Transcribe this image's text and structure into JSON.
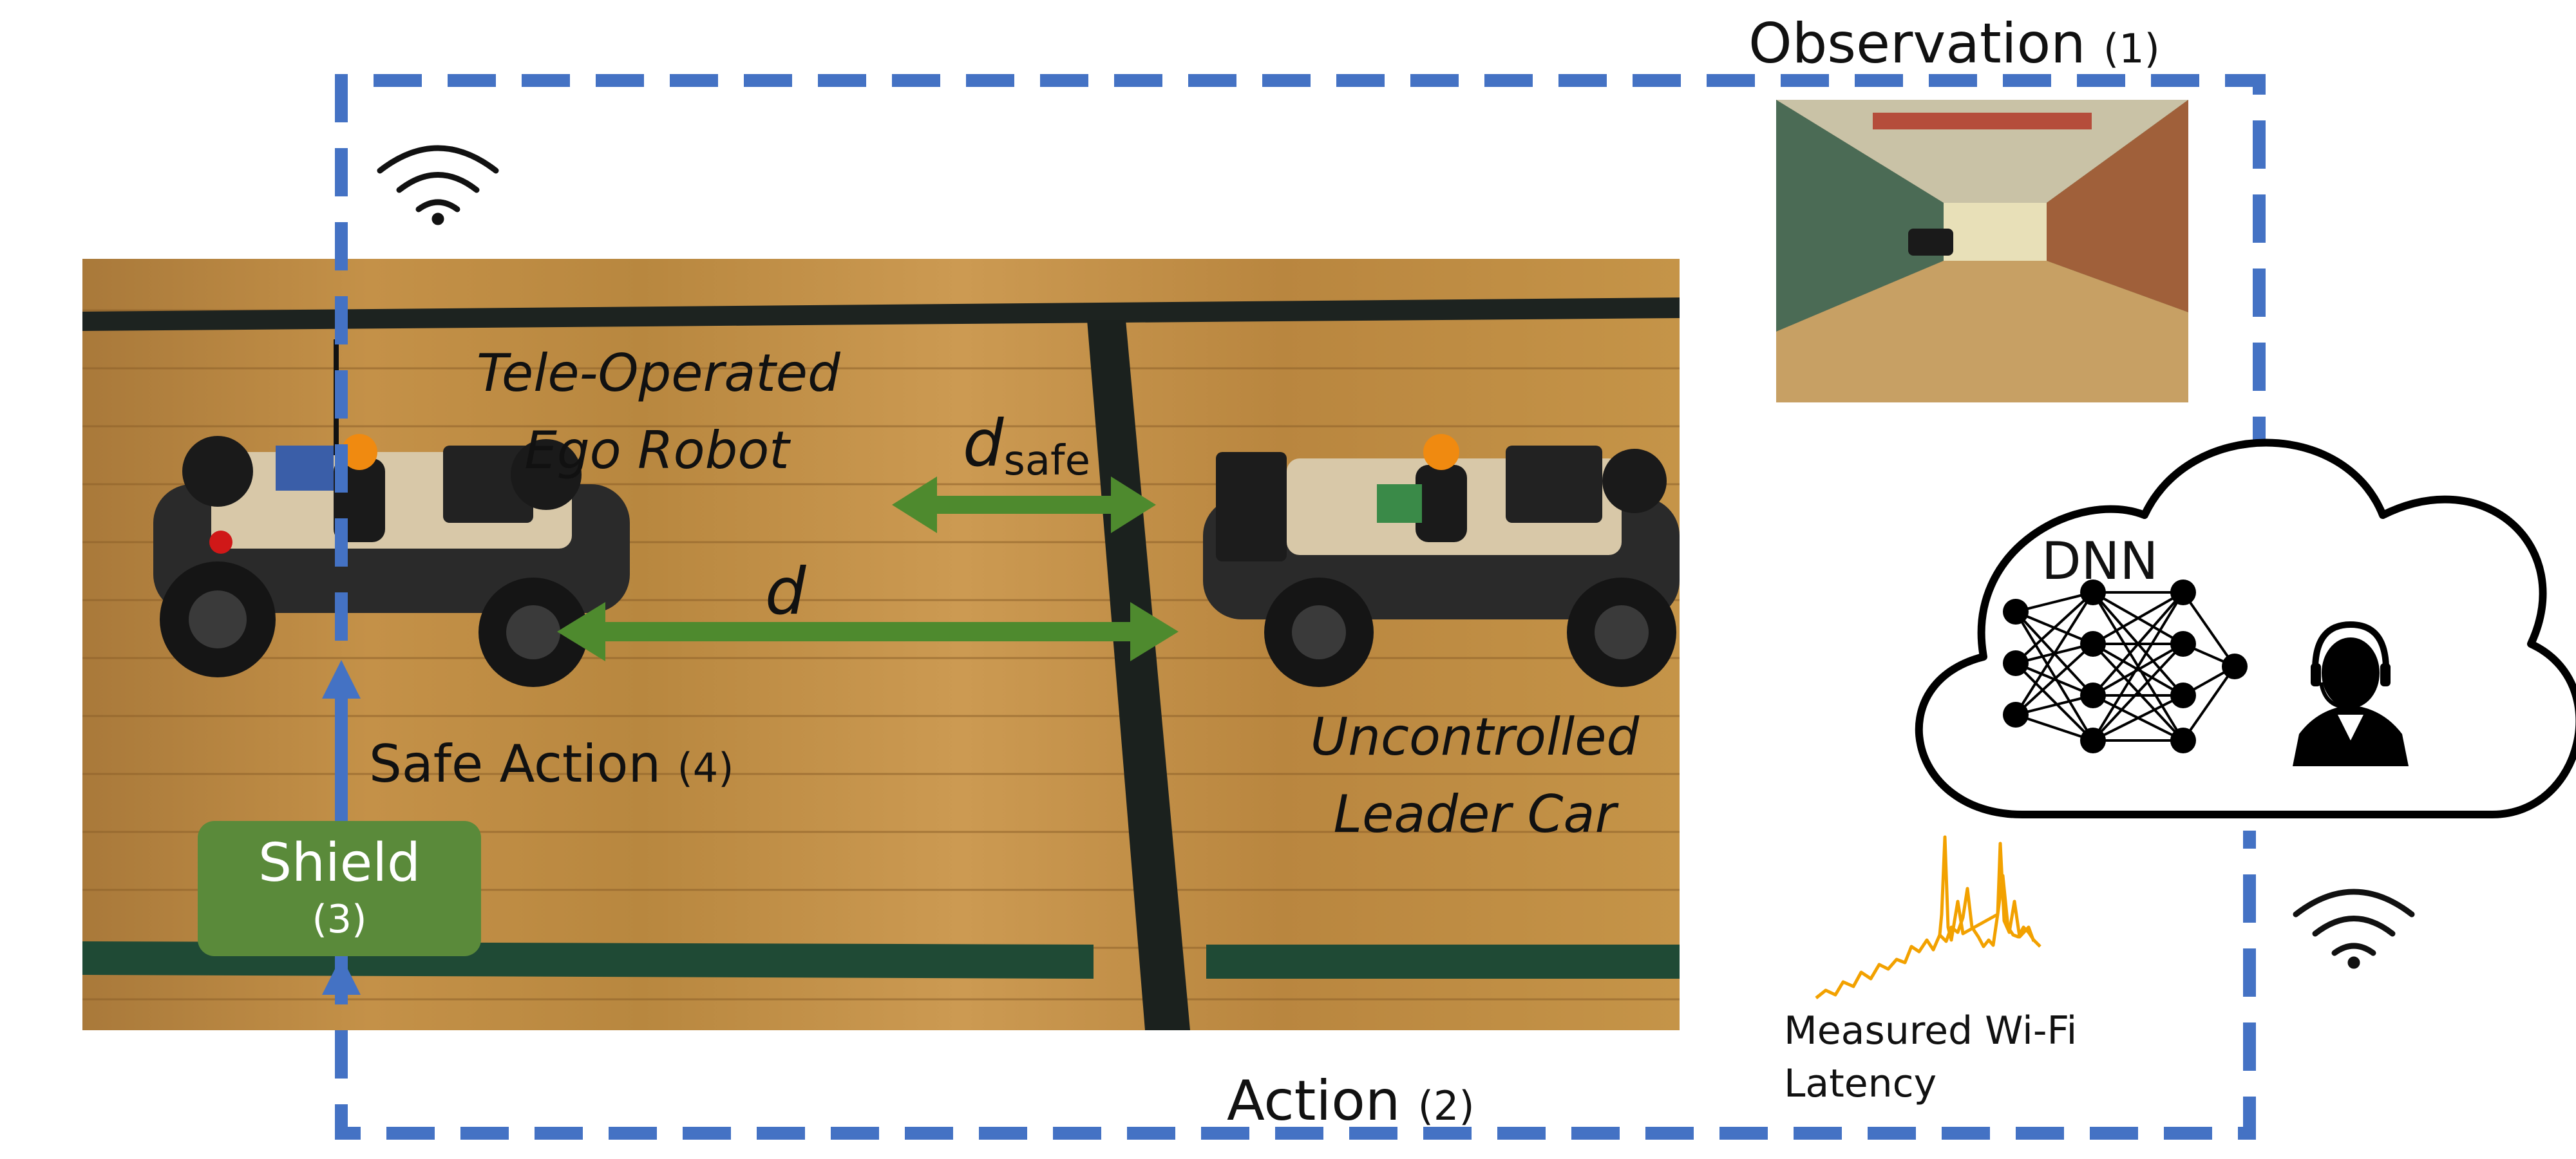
{
  "labels": {
    "observation": "Observation",
    "observation_num": "(1)",
    "action": "Action",
    "action_num": "(2)",
    "shield": "Shield",
    "shield_num": "(3)",
    "safe_action": "Safe Action",
    "safe_action_num": "(4)",
    "ego_line1": "Tele-Operated",
    "ego_line2": "Ego Robot",
    "leader_line1": "Uncontrolled",
    "leader_line2": "Leader Car",
    "d_safe_main": "d",
    "d_safe_sub": "safe",
    "d": "d",
    "dnn": "DNN",
    "latency_line1": "Measured Wi-Fi",
    "latency_line2": "Latency"
  },
  "colors": {
    "loop_blue": "#4472c4",
    "arrow_green": "#4e8a2e",
    "shield_green": "#5a8a3a",
    "latency_orange": "#f2a100"
  },
  "icons": [
    "wifi-icon",
    "wifi-icon",
    "cloud-icon",
    "neural-network-icon",
    "operator-headset-icon",
    "latency-sparkline-icon"
  ]
}
